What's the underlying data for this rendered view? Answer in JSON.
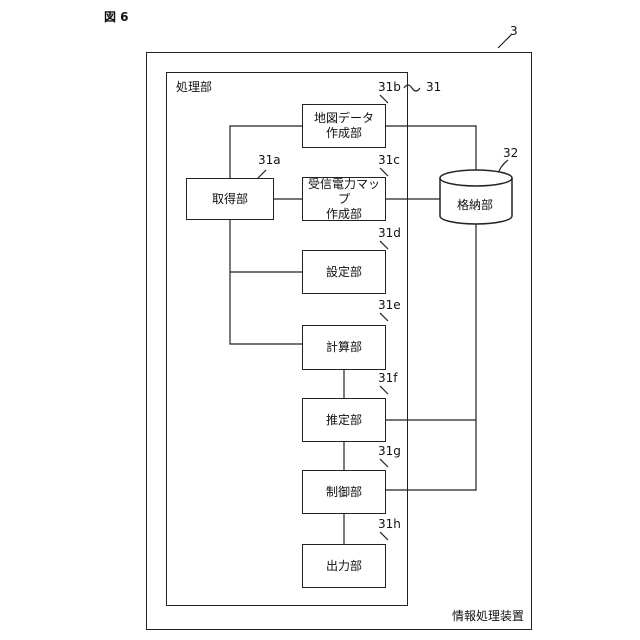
{
  "figure": {
    "label": "図 6"
  },
  "device": {
    "ref": "3",
    "caption": "情報処理装置"
  },
  "processing_unit": {
    "ref": "31",
    "label": "処理部"
  },
  "storage": {
    "ref": "32",
    "label": "格納部"
  },
  "blocks": {
    "acquire": {
      "ref": "31a",
      "label": "取得部"
    },
    "map_data": {
      "ref": "31b",
      "label_line1": "地図データ",
      "label_line2": "作成部"
    },
    "power_map": {
      "ref": "31c",
      "label_line1": "受信電力マップ",
      "label_line2": "作成部"
    },
    "setting": {
      "ref": "31d",
      "label": "設定部"
    },
    "calc": {
      "ref": "31e",
      "label": "計算部"
    },
    "estimate": {
      "ref": "31f",
      "label": "推定部"
    },
    "control": {
      "ref": "31g",
      "label": "制御部"
    },
    "output": {
      "ref": "31h",
      "label": "出力部"
    }
  }
}
